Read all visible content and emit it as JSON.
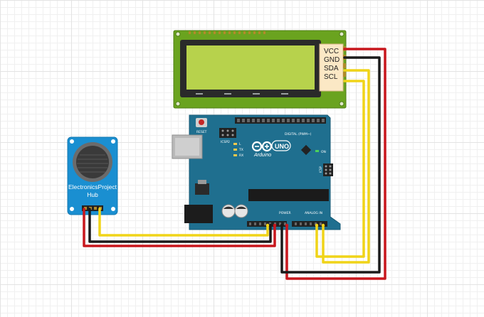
{
  "lcd": {
    "pins": {
      "vcc": "VCC",
      "gnd": "GND",
      "sda": "SDA",
      "scl": "SCL"
    }
  },
  "sensor": {
    "label_line1": "ElectronicsProject",
    "label_line2": "Hub"
  },
  "arduino": {
    "brand": "Arduino",
    "model": "UNO",
    "reset_label": "RESET",
    "icsp2_label": "ICSP2",
    "icsp_label": "ICSP",
    "digital_label": "DIGITAL (PWM~)",
    "power_label": "POWER",
    "analog_label": "ANALOG IN",
    "led_tx": "TX",
    "led_rx": "RX",
    "led_l": "L",
    "on_label": "ON"
  },
  "colors": {
    "wire_red": "#c8171d",
    "wire_black": "#1a1a1a",
    "wire_yellow": "#f0d418",
    "board_teal": "#1f6f8f",
    "lcd_green": "#b7d24c",
    "lcd_pcb": "#6aa31f",
    "sensor_blue": "#1a8fd1"
  }
}
